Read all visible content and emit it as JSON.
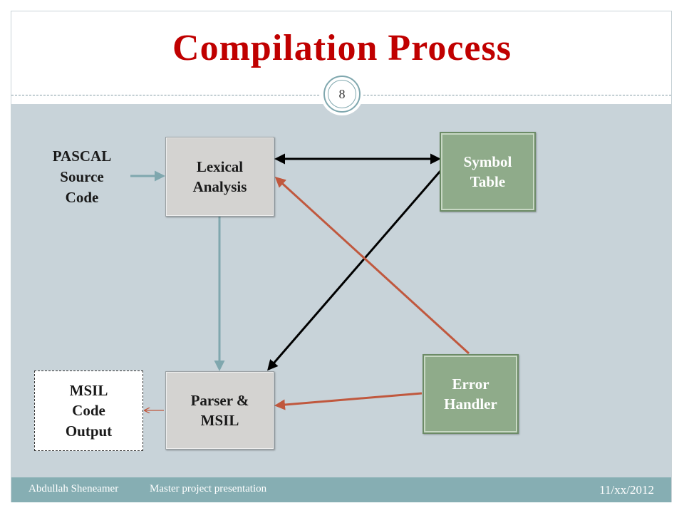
{
  "slide": {
    "title": "Compilation Process",
    "page_number": "8",
    "footer": {
      "author": "Abdullah Sheneamer",
      "presentation": "Master project presentation",
      "date": "11/xx/2012"
    }
  },
  "diagram": {
    "nodes": {
      "source": "PASCAL\nSource\nCode",
      "lexical": "Lexical\nAnalysis",
      "symbol_table": "Symbol\nTable",
      "parser": "Parser &\nMSIL",
      "error_handler": "Error\nHandler",
      "output": "MSIL\nCode\nOutput"
    },
    "colors": {
      "title": "#c00000",
      "band": "#c8d3d9",
      "gray_box": "#d4d3d1",
      "green_box": "#8fab8a",
      "arrow_black": "#000000",
      "arrow_red": "#c0583e",
      "arrow_teal": "#7fa7ae"
    }
  }
}
